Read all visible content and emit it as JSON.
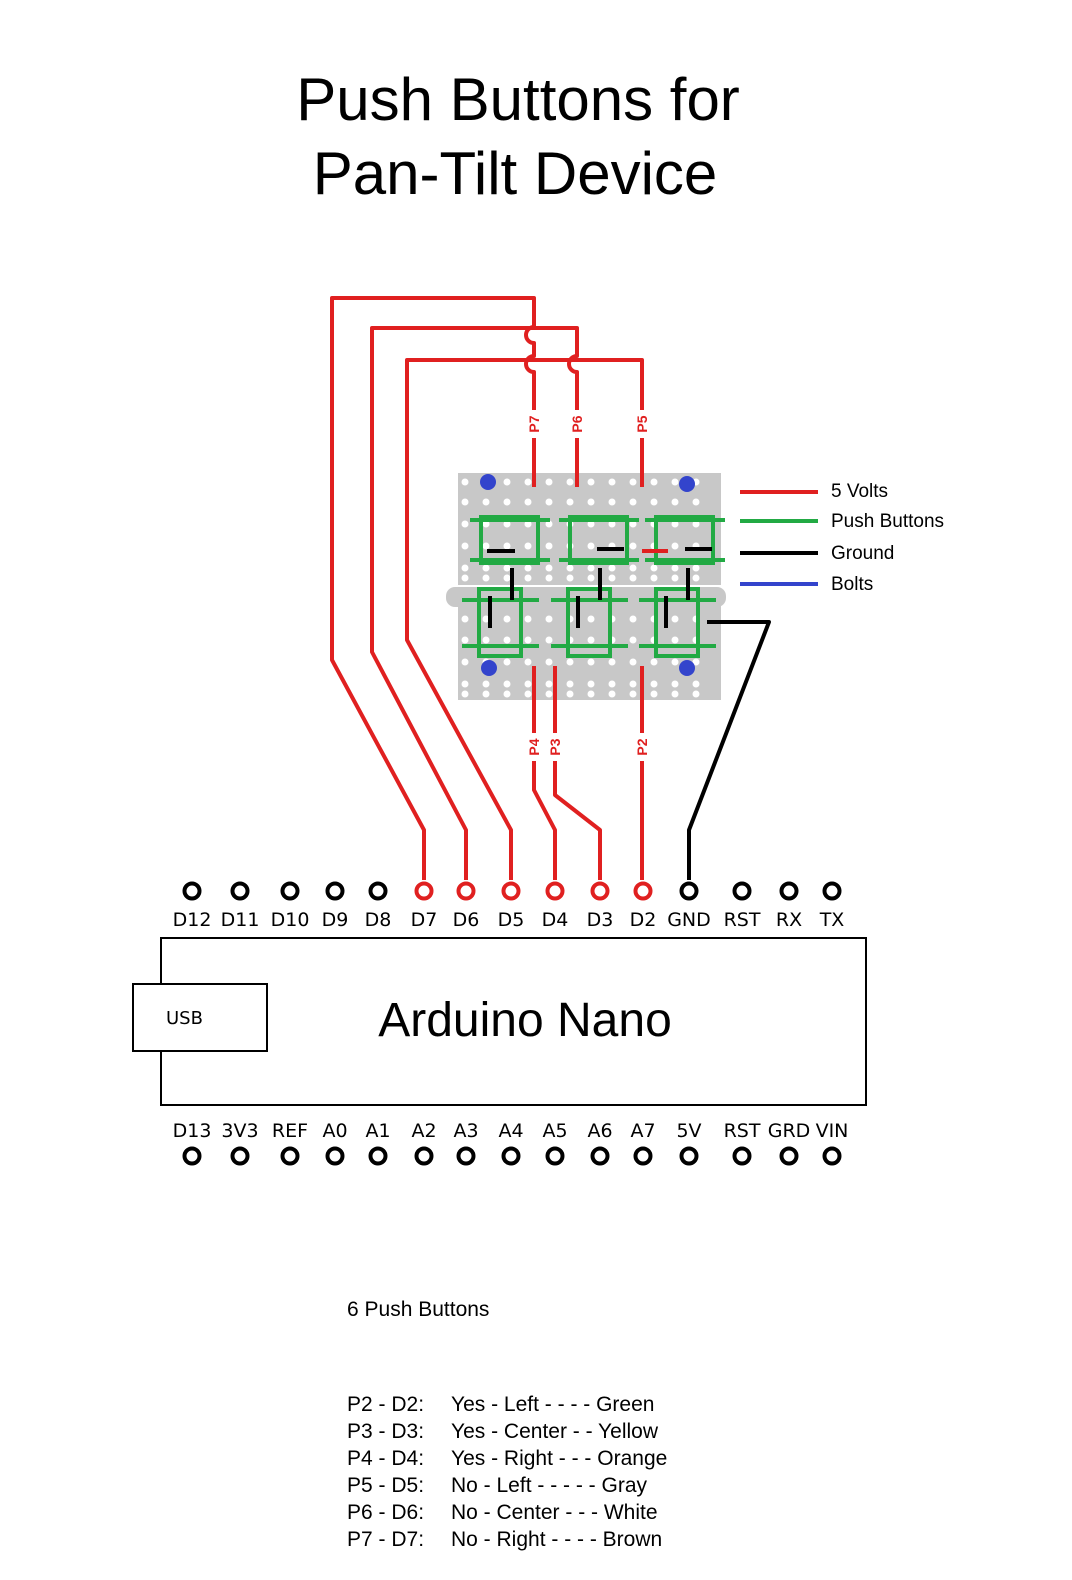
{
  "title": {
    "line1": "Push Buttons for",
    "line2": "Pan-Tilt Device"
  },
  "legend": [
    {
      "label": "5 Volts",
      "color": "#e02020"
    },
    {
      "label": "Push Buttons",
      "color": "#22aa44"
    },
    {
      "label": "Ground",
      "color": "#000000"
    },
    {
      "label": "Bolts",
      "color": "#3344cc"
    }
  ],
  "wire_labels": {
    "p7": "P7",
    "p6": "P6",
    "p5": "P5",
    "p4": "P4",
    "p3": "P3",
    "p2": "P2"
  },
  "board": {
    "name": "Arduino Nano",
    "usb_label": "USB",
    "top_pins": [
      "D12",
      "D11",
      "D10",
      "D9",
      "D8",
      "D7",
      "D6",
      "D5",
      "D4",
      "D3",
      "D2",
      "GND",
      "RST",
      "RX",
      "TX"
    ],
    "bottom_pins": [
      "D13",
      "3V3",
      "REF",
      "A0",
      "A1",
      "A2",
      "A3",
      "A4",
      "A5",
      "A6",
      "A7",
      "5V",
      "RST",
      "GRD",
      "VIN"
    ]
  },
  "notes": {
    "heading": "6 Push Buttons",
    "rows": [
      {
        "pin": "P2 - D2:",
        "desc": "Yes - Left - - - - Green"
      },
      {
        "pin": "P3 - D3:",
        "desc": "Yes - Center - - Yellow"
      },
      {
        "pin": "P4 - D4:",
        "desc": "Yes - Right - - - Orange"
      },
      {
        "pin": "P5 - D5:",
        "desc": "No - Left - - - - - Gray"
      },
      {
        "pin": "P6 - D6:",
        "desc": "No - Center - - - White"
      },
      {
        "pin": "P7 - D7:",
        "desc": "No - Right - - - - Brown"
      }
    ]
  },
  "colors": {
    "wire_red": "#e02020",
    "button_green": "#22aa44",
    "ground_black": "#000000",
    "bolt_blue": "#3344cc",
    "board_gray": "#c8c8c8"
  }
}
